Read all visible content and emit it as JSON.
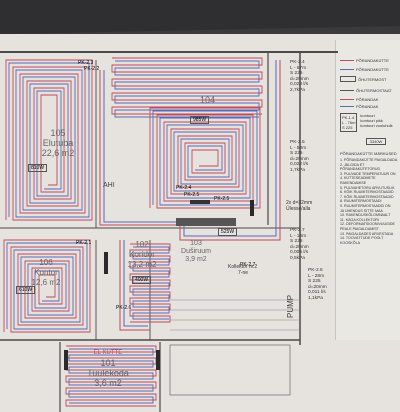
{
  "rooms": [
    {
      "number": "105",
      "name": "Elutuba",
      "area": "22,6 m2"
    },
    {
      "number": "104",
      "name": "",
      "area": ""
    },
    {
      "number": "106",
      "name": "Kontor",
      "area": "12,6 m2"
    },
    {
      "number": "102",
      "name": "Koridor",
      "area": "13,2 m2"
    },
    {
      "number": "103",
      "name": "Duširuum",
      "area": "3,9 m2"
    },
    {
      "number": "101",
      "name": "Tuulekoda",
      "area": "3,6 m2"
    }
  ],
  "room_prefix": "EL KÜTTE",
  "power_labels": [
    "810W",
    "985W",
    "525W",
    "610W",
    "400W"
  ],
  "pk_tags": [
    "PK-2.4",
    "PK-2.5",
    "PK-2.1",
    "PK-2.6",
    "PK-2.7",
    "PK-2.3",
    "PK-2.2",
    "PK-2.5",
    "PK-2.4",
    "PK-2.1",
    "PK-2.6"
  ],
  "ahi_label": "AHI",
  "pump_label": "PUMP",
  "collector_note": [
    "Kollektor nr.2",
    "7-ne"
  ],
  "pipe_note": [
    "2x d=32mm",
    "Ülesse/alla"
  ],
  "circuits": [
    {
      "id": "PK-2.4",
      "lines": [
        "L - 67m",
        "S 225",
        "d=20mm",
        "0,023 l/s",
        "2,7kPa"
      ]
    },
    {
      "id": "PK-2.5",
      "lines": [
        "L - 50m",
        "S 225",
        "d=20mm",
        "0,022 l/s",
        "1,7kPa"
      ]
    },
    {
      "id": "PK-2.7",
      "lines": [
        "L - 14m",
        "S 225",
        "d=20mm",
        "0,005 l/s",
        "0,5kPa"
      ]
    },
    {
      "id": "PK-2.6",
      "lines": [
        "L - 28m",
        "S 225",
        "d=20mm",
        "0,011 l/s",
        "1,1kPa"
      ]
    },
    {
      "id": "PK-1.4",
      "lines": [
        "L - 76m",
        "S 225"
      ]
    }
  ],
  "legend": {
    "items": [
      "PÕRANDAKÜTTE",
      "PÕRANDAKÜTTE",
      "ÕHUTERMOST",
      "ÕHUTERMOSTAAT",
      "PÕRANDAK",
      "PÕRANDAK",
      "kontuuri",
      "kontuuri pikk",
      "kontuuri vooluhulk"
    ],
    "power": "3340W",
    "notes_title": "PÕRANDAKÜTTE MÄRKUSED",
    "notes": [
      "1. PÕRANDAKÜTTE PAIGALDADA",
      "2. JÄLGIDA ET PÕRANDAKÜTETORUD",
      "3. PUUVADE TEMPERATUUR ON",
      "4. KÜTTESEADMETE RAKENDAMISE",
      "5. PUUVAHETORU ARVUTUSLIK",
      "6. KÕIK RUUMITERMOSTAADID",
      "7. KÕIK RUUMITERMOSTAADID",
      "8. RUUMITERMOSTAADI",
      "9. RUUMITERMOSTAADID ON",
      "   JA ÜHENDUS SITTE MAA",
      "10. RAKENDUSKÕLOMNAALT",
      "11. KÄGA KOLLEKTORI",
      "12. DEFORMATSIOONIVUUGIDE",
      "   PEALE PAIGALDAMIST",
      "13. PAIGALDADES ARVESTADA",
      "14. TOOVÄTTUDE POOLT KOOSKÕLA"
    ]
  }
}
